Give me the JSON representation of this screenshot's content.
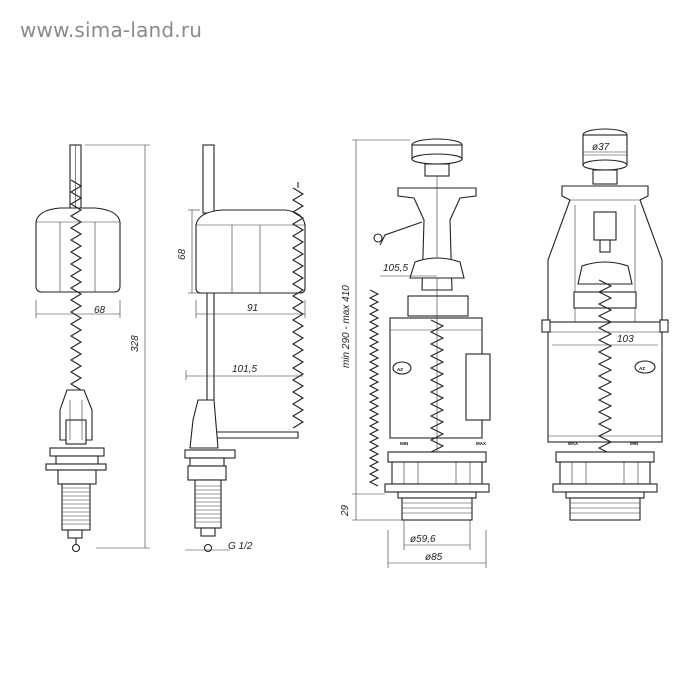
{
  "watermark": "www.sima-land.ru",
  "dimensions": {
    "float_valve_width": "68",
    "float_valve_height": "328",
    "side_valve_float_height": "68",
    "side_valve_width": "91",
    "side_valve_arm": "101,5",
    "side_valve_thread": "G 1/2",
    "flush_valve_range": "min 290 - max 410",
    "flush_valve_width": "105,5",
    "flush_valve_base_height": "29",
    "flush_valve_outlet": "ø59,6",
    "flush_valve_base_diameter": "ø85",
    "button_diameter": "ø37",
    "flush_valve_body_width": "103"
  },
  "labels": {
    "min": "MIN",
    "max": "MAX",
    "logo": "AZ"
  }
}
